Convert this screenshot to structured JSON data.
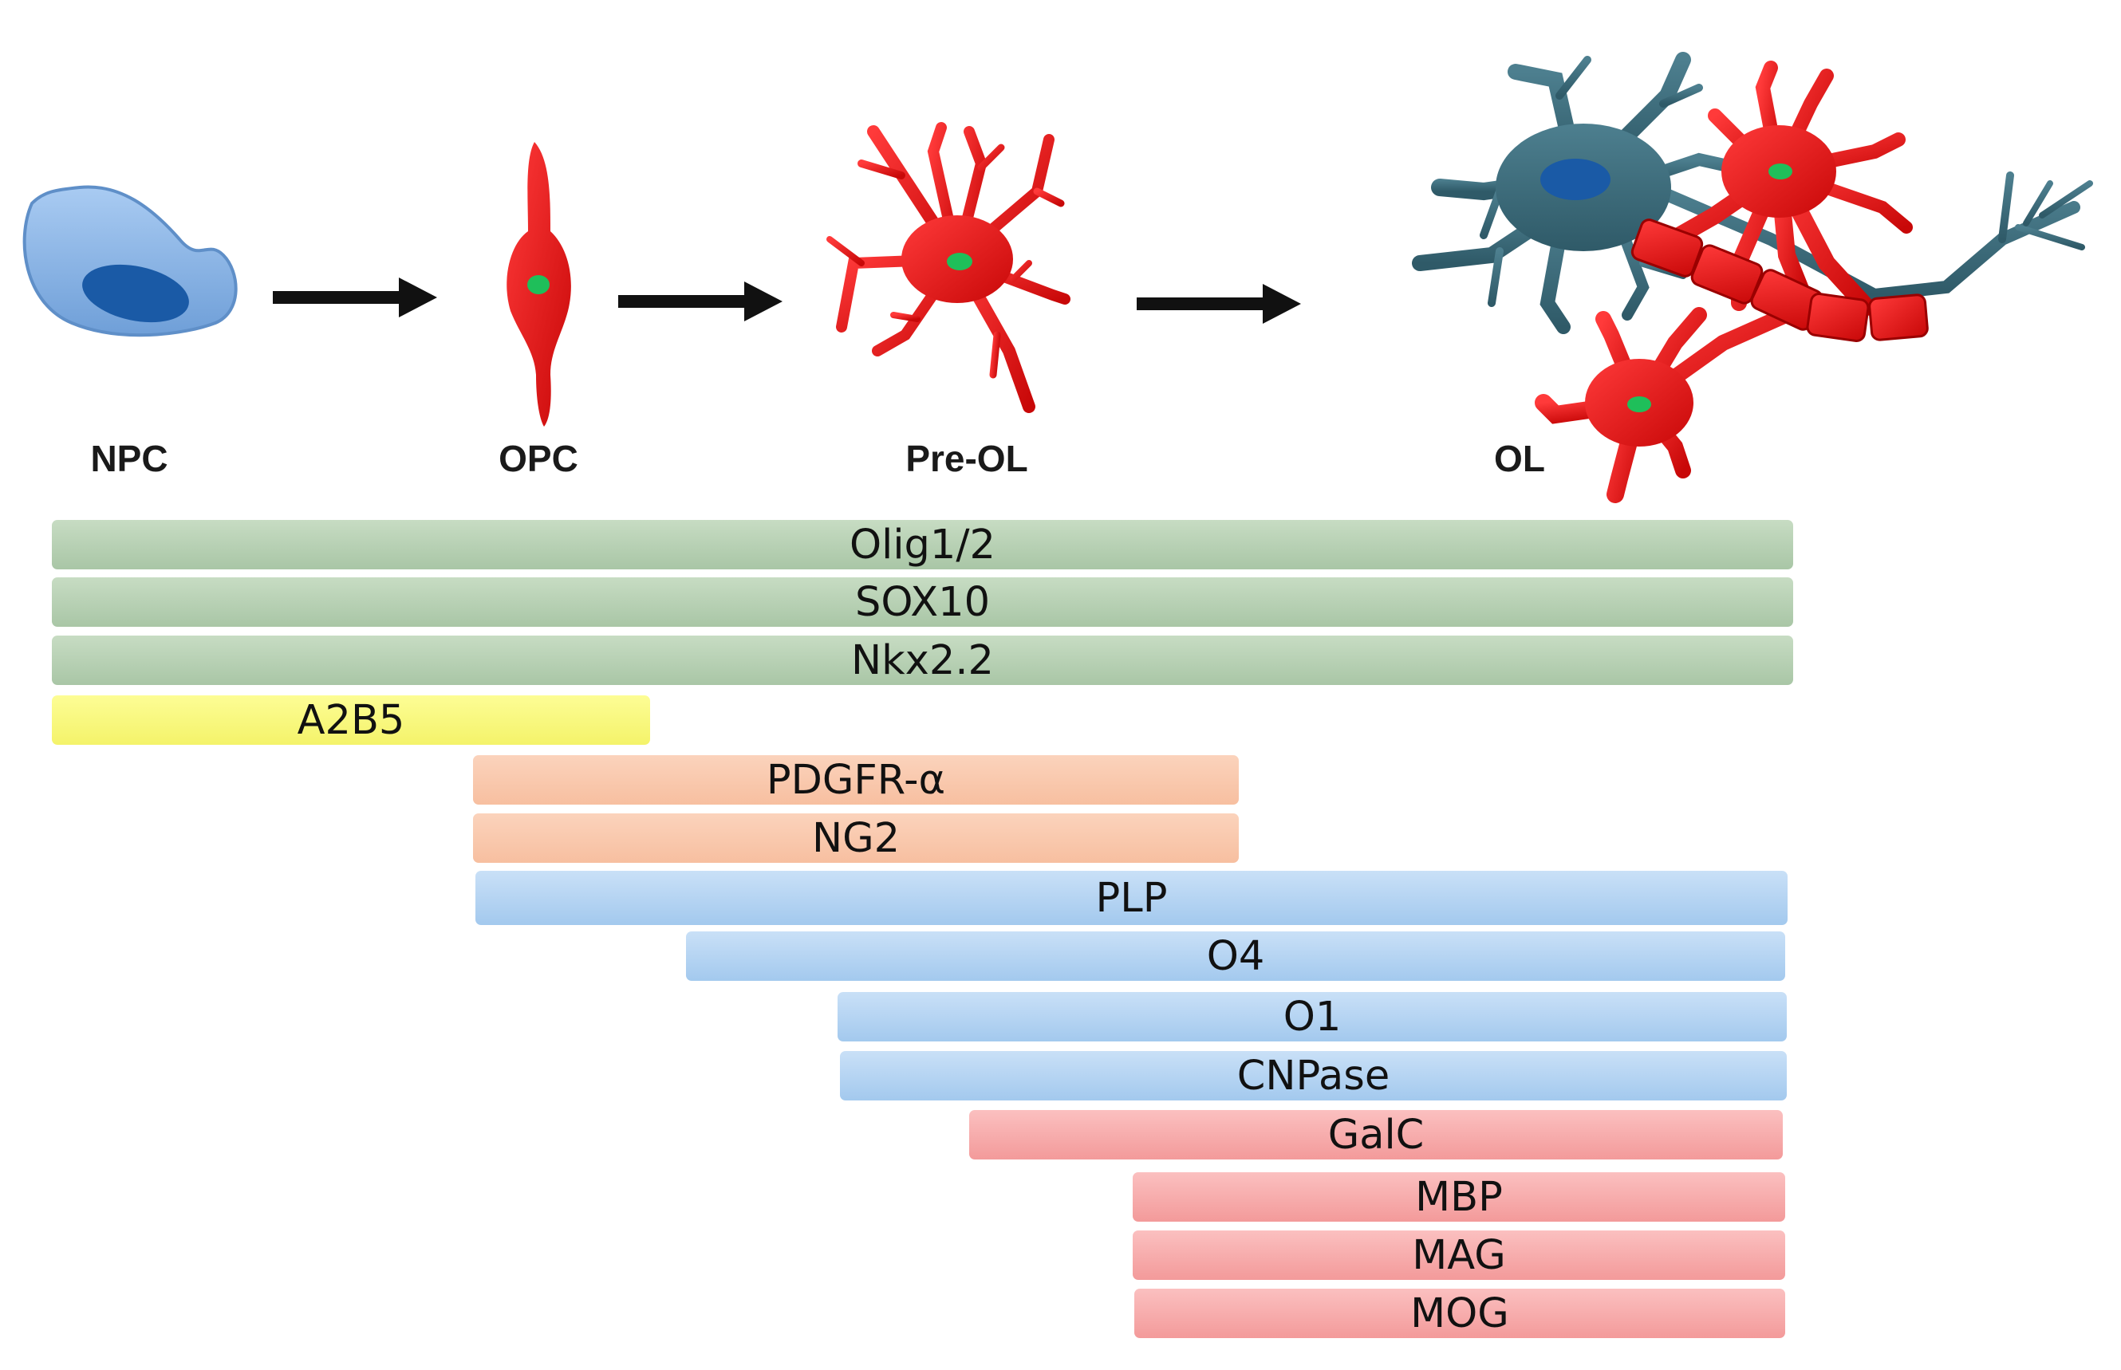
{
  "stages": [
    {
      "key": "npc",
      "label": "NPC"
    },
    {
      "key": "opc",
      "label": "OPC"
    },
    {
      "key": "preol",
      "label": "Pre-OL"
    },
    {
      "key": "ol",
      "label": "OL"
    }
  ],
  "markers": [
    {
      "label": "Olig1/2",
      "group": "green"
    },
    {
      "label": "SOX10",
      "group": "green"
    },
    {
      "label": "Nkx2.2",
      "group": "green"
    },
    {
      "label": "A2B5",
      "group": "yellow"
    },
    {
      "label": "PDGFR-α",
      "group": "peach"
    },
    {
      "label": "NG2",
      "group": "peach"
    },
    {
      "label": "PLP",
      "group": "blue"
    },
    {
      "label": "O4",
      "group": "blue"
    },
    {
      "label": "O1",
      "group": "blue"
    },
    {
      "label": "CNPase",
      "group": "blue"
    },
    {
      "label": "GalC",
      "group": "red"
    },
    {
      "label": "MBP",
      "group": "red"
    },
    {
      "label": "MAG",
      "group": "red"
    },
    {
      "label": "MOG",
      "group": "red"
    }
  ],
  "colors": {
    "npc_body": "#8cb6e8",
    "npc_nucleus": "#1a5aa6",
    "cell_red": "#e81414",
    "cell_nucleus": "#1fbf5a",
    "neuron": "#3f6f7f",
    "neuron_nucleus": "#1a5aa6",
    "arrow": "#111111"
  }
}
